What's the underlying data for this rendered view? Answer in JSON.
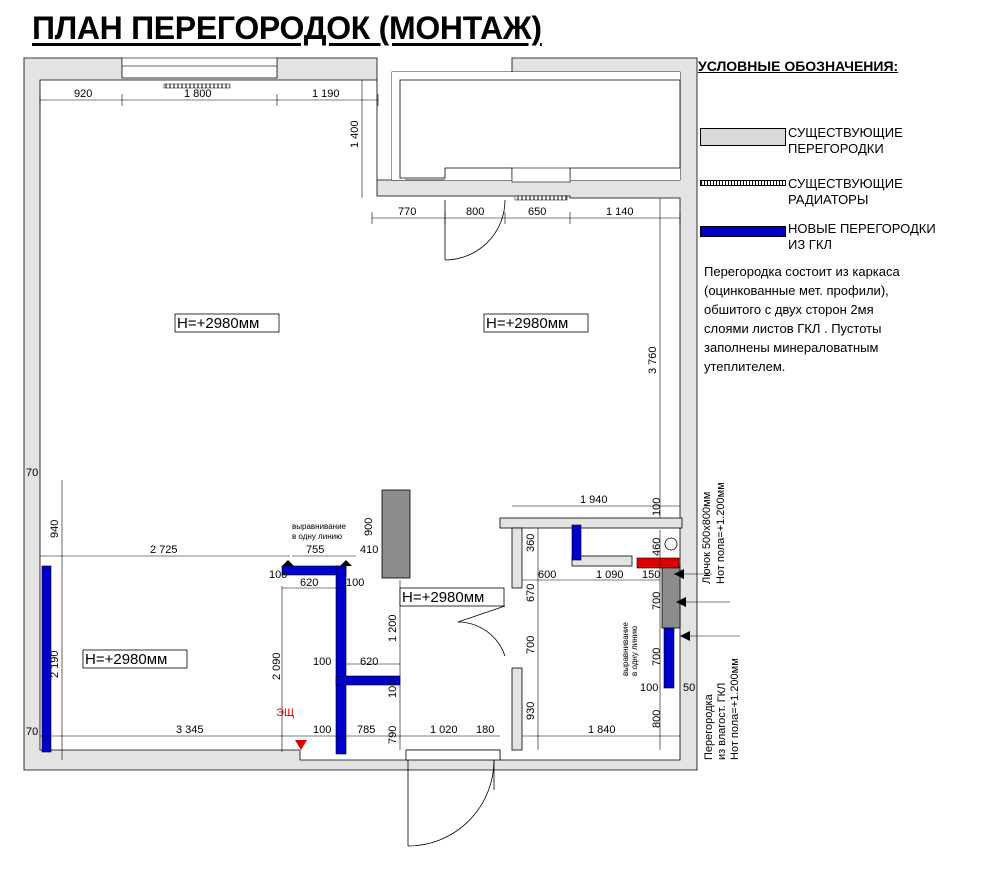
{
  "title": "ПЛАН ПЕРЕГОРОДОК (МОНТАЖ)",
  "legend": {
    "title": "УСЛОВНЫЕ ОБОЗНАЧЕНИЯ:",
    "items": [
      {
        "label": "СУЩЕСТВУЮЩИЕ\nПЕРЕГОРОДКИ",
        "color": "#d9d9d9"
      },
      {
        "label": "СУЩЕСТВУЮЩИЕ\nРАДИАТОРЫ",
        "color": "#ffffff"
      },
      {
        "label": "НОВЫЕ ПЕРЕГОРОДКИ\nИЗ ГКЛ",
        "color": "#0000cc"
      }
    ],
    "note": "Перегородка состоит из каркаса\n(оцинкованные мет. профили),\nобшитого с двух сторон 2мя\nслоями листов ГКЛ . Пустоты\nзаполнены минераловатным\nутеплителем."
  },
  "rooms": {
    "living": "Н=+2980мм",
    "kitchen": "Н=+2980мм",
    "bedroom": "Н=+2980мм",
    "hall": "Н=+2980мм"
  },
  "dims": {
    "top_920": "920",
    "top_1800": "1 800",
    "top_1190": "1 190",
    "left_1400": "1 400",
    "mid_770": "770",
    "mid_800": "800",
    "mid_650": "650",
    "mid_1140": "1 140",
    "right_3760": "3 760",
    "left_70a": "70",
    "left_940": "940",
    "left_2190": "2 190",
    "left_70b": "70",
    "d_2725": "2 725",
    "d_3345": "3 345",
    "d_755": "755",
    "d_410": "410",
    "d_900": "900",
    "d_100a": "100",
    "d_620a": "620",
    "d_100b": "100",
    "d_1200": "1 200",
    "d_2090": "2 090",
    "d_100c": "100",
    "d_620b": "620",
    "d_100d": "100",
    "d_100e": "100",
    "d_785": "785",
    "d_790": "790",
    "d_1020": "1 020",
    "d_180": "180",
    "d_1940": "1 940",
    "d_100f": "100",
    "d_360": "360",
    "d_600": "600",
    "d_1090": "1 090",
    "d_150": "150",
    "d_460": "460",
    "d_670": "670",
    "d_700a": "700",
    "d_700b": "700",
    "d_700c": "700",
    "d_930": "930",
    "d_1840": "1 840",
    "d_800": "800",
    "d_100g": "100",
    "d_50": "50"
  },
  "notes": {
    "align1": "выравнивание",
    "align2": "в одну линию",
    "align3": "выравнивание",
    "align4": "в одну линию",
    "panel": "ЭЩ",
    "hatch1": "Лючок 500х800мм",
    "hatch2": "Нот пола=+1.200мм",
    "part1": "Перегородка",
    "part2": "из влагост. ГКЛ",
    "part3": "Нот пола=+1.200мм"
  }
}
